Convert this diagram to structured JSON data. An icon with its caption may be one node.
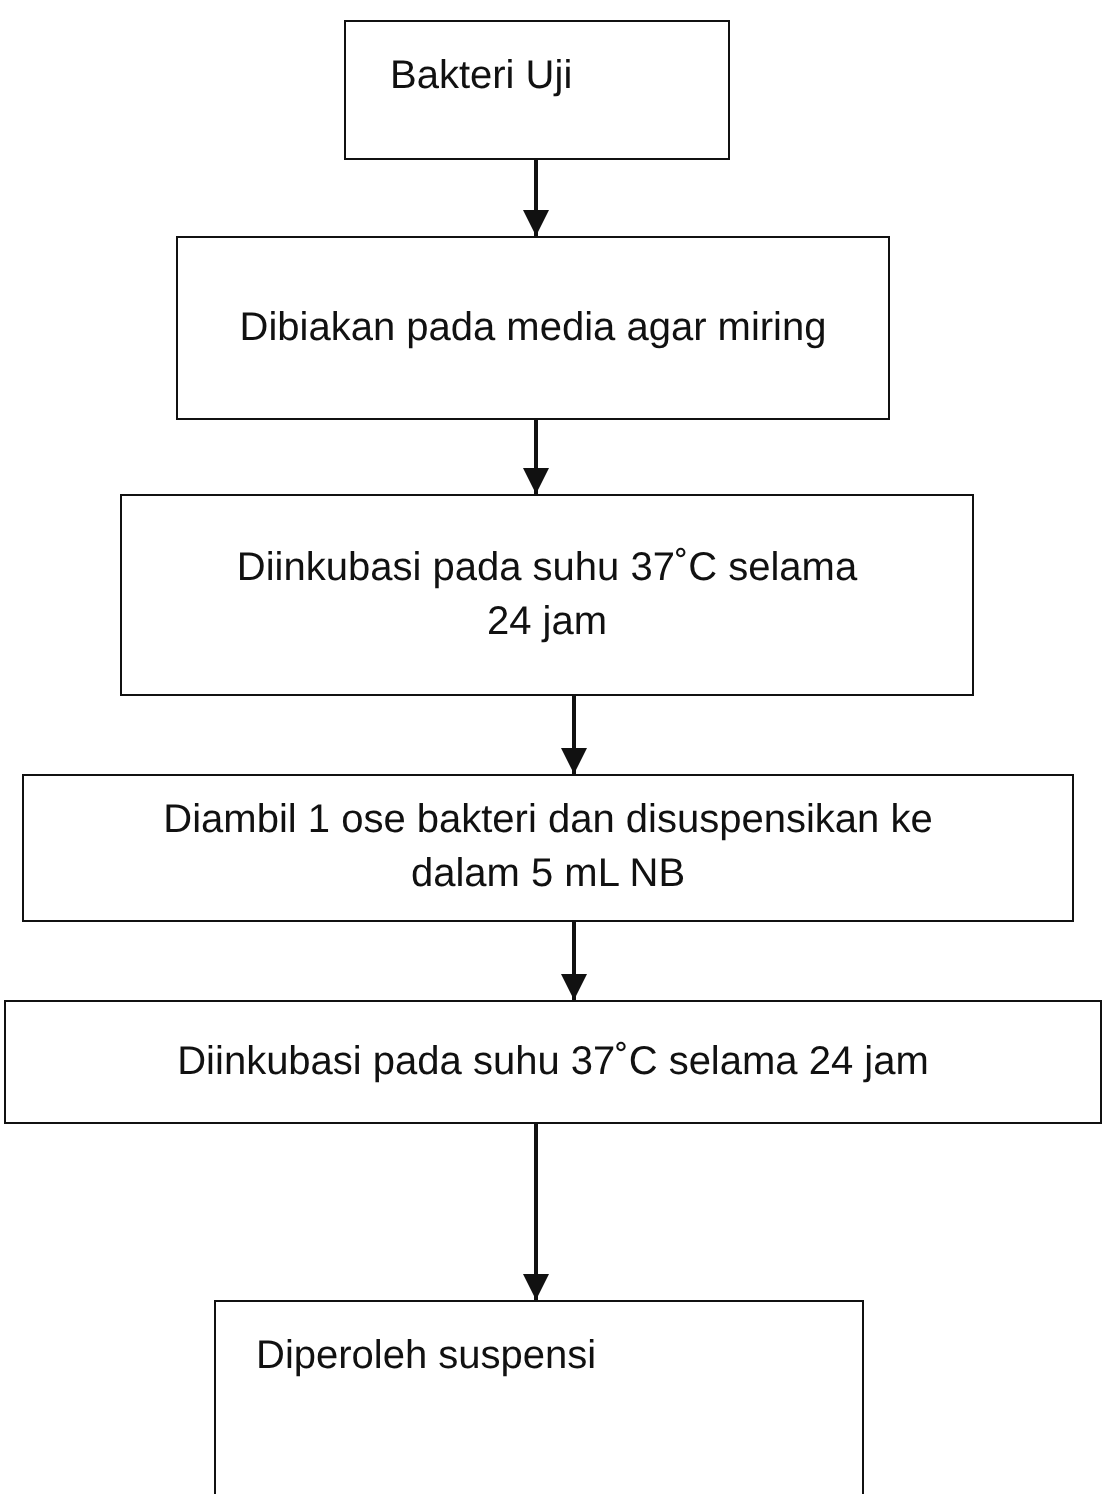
{
  "diagram": {
    "nodes": [
      {
        "text": [
          "Bakteri Uji"
        ]
      },
      {
        "text": [
          "Dibiakan pada media agar miring"
        ]
      },
      {
        "text": [
          "Diinkubasi pada suhu 37˚C selama 24 jam"
        ]
      },
      {
        "text": [
          "Diambil 1 ose bakteri dan disuspensikan ke dalam 5 mL NB"
        ]
      },
      {
        "text": [
          "Diinkubasi pada suhu 37˚C selama 24 jam"
        ]
      },
      {
        "text": [
          "Diperoleh suspensi"
        ]
      }
    ],
    "edges": [
      {
        "from": 0,
        "to": 1,
        "arrow": "to"
      },
      {
        "from": 1,
        "to": 2,
        "arrow": "to"
      },
      {
        "from": 2,
        "to": 3,
        "arrow": "to"
      },
      {
        "from": 3,
        "to": 4,
        "arrow": "to"
      },
      {
        "from": 4,
        "to": 5,
        "arrow": "to"
      }
    ]
  }
}
